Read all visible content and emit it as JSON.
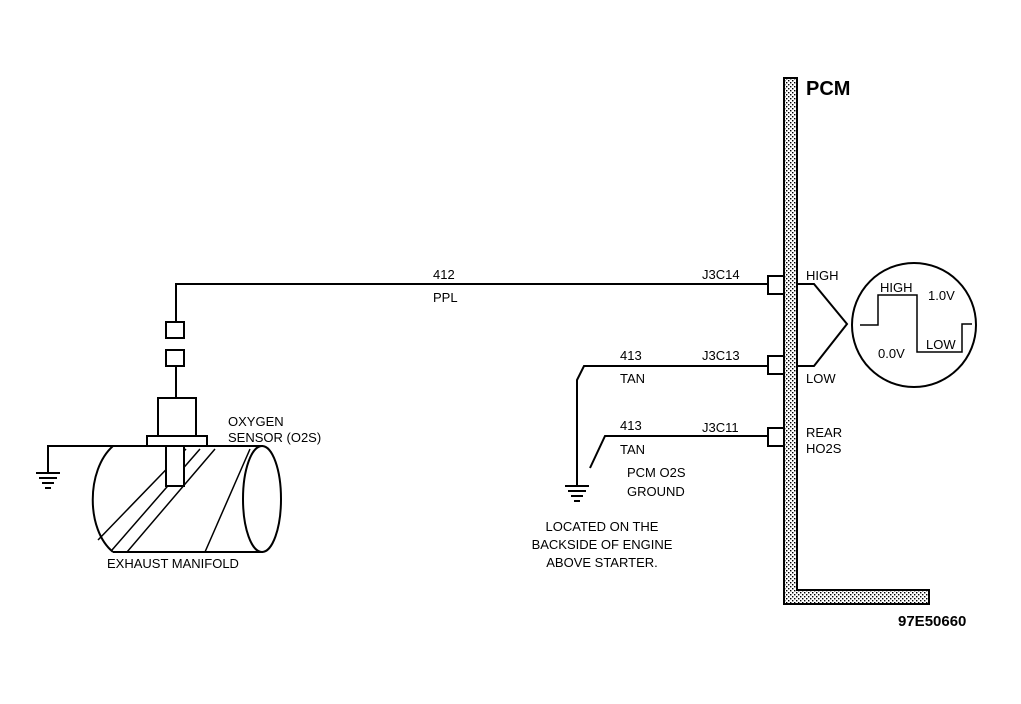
{
  "pcm": {
    "title": "PCM"
  },
  "wires": [
    {
      "circuit": "412",
      "color": "PPL",
      "pin": "J3C14"
    },
    {
      "circuit": "413",
      "color": "TAN",
      "pin": "J3C13"
    },
    {
      "circuit": "413",
      "color": "TAN",
      "pin": "J3C11"
    }
  ],
  "pcm_pins": {
    "high": "HIGH",
    "low": "LOW",
    "rear_line1": "REAR",
    "rear_line2": "HO2S"
  },
  "scope": {
    "high": "HIGH",
    "low": "LOW",
    "v_high": "1.0V",
    "v_low": "0.0V"
  },
  "sensor": {
    "label_line1": "OXYGEN",
    "label_line2": "SENSOR (O2S)"
  },
  "manifold": {
    "label": "EXHAUST MANIFOLD"
  },
  "ground": {
    "label_line1": "PCM O2S",
    "label_line2": "GROUND",
    "note_line1": "LOCATED ON THE",
    "note_line2": "BACKSIDE OF ENGINE",
    "note_line3": "ABOVE STARTER."
  },
  "figure_id": "97E50660",
  "colors": {
    "pcm_fill": "#b8b8b8",
    "line": "#000000"
  }
}
